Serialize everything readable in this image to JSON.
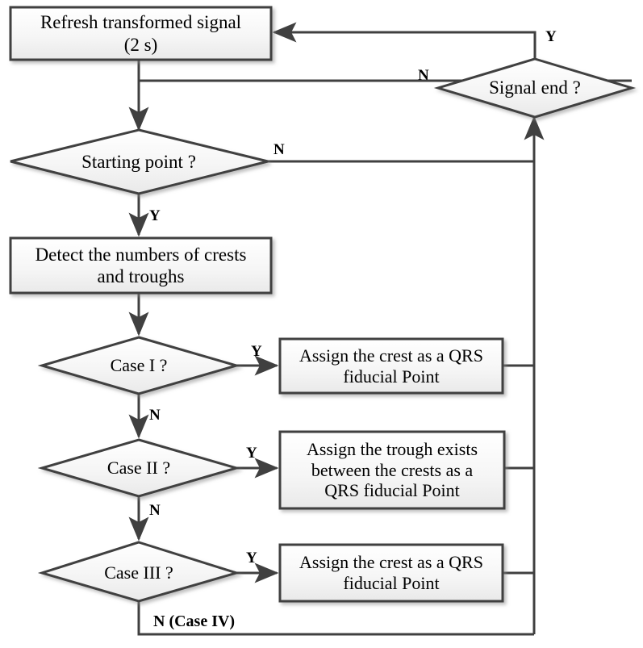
{
  "diagram": {
    "type": "flowchart",
    "title": "QRS fiducial point detection flowchart",
    "background_color": "#ffffff",
    "line_color": "#404040",
    "node_fill_top": "#ffffff",
    "node_fill_bottom": "#eeeeee",
    "node_border_color": "#404040",
    "text_color": "#000000"
  },
  "nodes": {
    "refresh": {
      "shape": "process",
      "line1": "Refresh transformed signal",
      "line2": "(2 s)"
    },
    "signal_end": {
      "shape": "decision",
      "label": "Signal end ?"
    },
    "starting_point": {
      "shape": "decision",
      "label": "Starting point ?"
    },
    "detect": {
      "shape": "process",
      "line1": "Detect the numbers of crests",
      "line2": "and troughs"
    },
    "case1": {
      "shape": "decision",
      "label": "Case I ?"
    },
    "case1_action": {
      "shape": "process",
      "line1": "Assign the crest as a QRS",
      "line2": "fiducial Point"
    },
    "case2": {
      "shape": "decision",
      "label": "Case II ?"
    },
    "case2_action": {
      "shape": "process",
      "line1": "Assign the trough exists",
      "line2": "between the crests as a",
      "line3": "QRS fiducial Point"
    },
    "case3": {
      "shape": "decision",
      "label": "Case III ?"
    },
    "case3_action": {
      "shape": "process",
      "line1": "Assign the crest as a QRS",
      "line2": "fiducial Point"
    }
  },
  "branch_labels": {
    "signal_end_yes": "Y",
    "signal_end_no": "N",
    "starting_point_yes": "Y",
    "starting_point_no": "N",
    "case1_yes": "Y",
    "case1_no": "N",
    "case2_yes": "Y",
    "case2_no": "N",
    "case3_yes": "Y",
    "case3_no": "N (Case IV)"
  }
}
